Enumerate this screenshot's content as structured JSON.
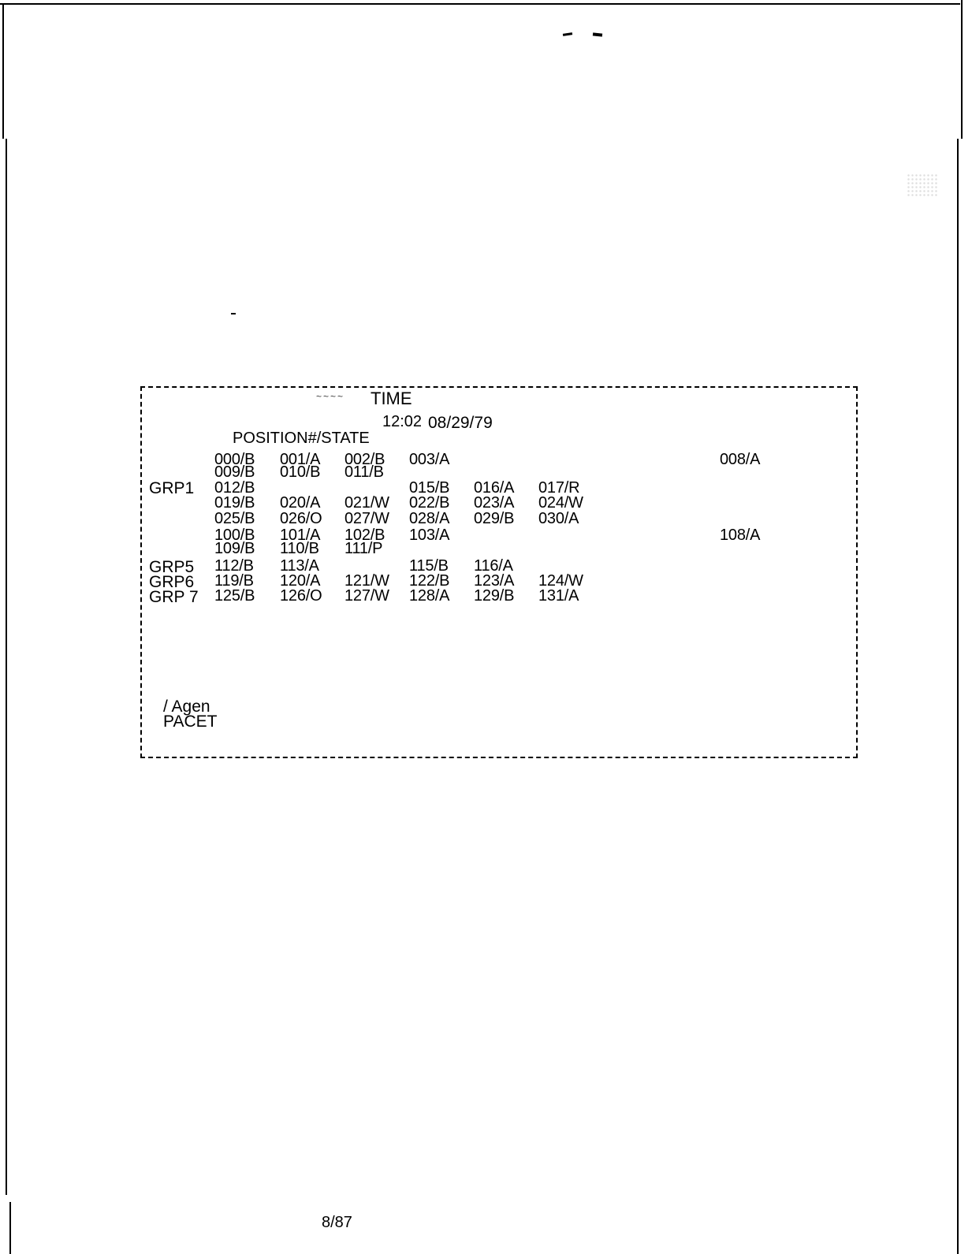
{
  "document": {
    "screen": {
      "title": "TIME",
      "title_residue": "~~~~",
      "clock": "12:02",
      "date": "08/29/79",
      "column_header": "POSITION#/STATE",
      "groups": {
        "grp1": "GRP1",
        "grp5": "GRP5",
        "grp6": "GRP6",
        "grp7": "GRP 7"
      },
      "rows": [
        [
          "000/B",
          "001/A",
          "002/B",
          "003/A",
          "",
          "",
          "008/A"
        ],
        [
          "009/B",
          "010/B",
          "011/B",
          "",
          "",
          "",
          ""
        ],
        [
          "012/B",
          "",
          "",
          "015/B",
          "016/A",
          "017/R",
          ""
        ],
        [
          "019/B",
          "020/A",
          "021/W",
          "022/B",
          "023/A",
          "024/W",
          ""
        ],
        [
          "025/B",
          "026/O",
          "027/W",
          "028/A",
          "029/B",
          "030/A",
          ""
        ],
        [
          "100/B",
          "101/A",
          "102/B",
          "103/A",
          "",
          "",
          "108/A"
        ],
        [
          "109/B",
          "110/B",
          "111/P",
          "",
          "",
          "",
          ""
        ],
        [
          "112/B",
          "113/A",
          "",
          "115/B",
          "116/A",
          "",
          ""
        ],
        [
          "119/B",
          "120/A",
          "121/W",
          "122/B",
          "123/A",
          "124/W",
          ""
        ],
        [
          "125/B",
          "126/O",
          "127/W",
          "128/A",
          "129/B",
          "131/A",
          ""
        ]
      ],
      "footer": {
        "agent": "/ Agen",
        "pacet": "PACET"
      }
    },
    "page_id": "8/87"
  }
}
